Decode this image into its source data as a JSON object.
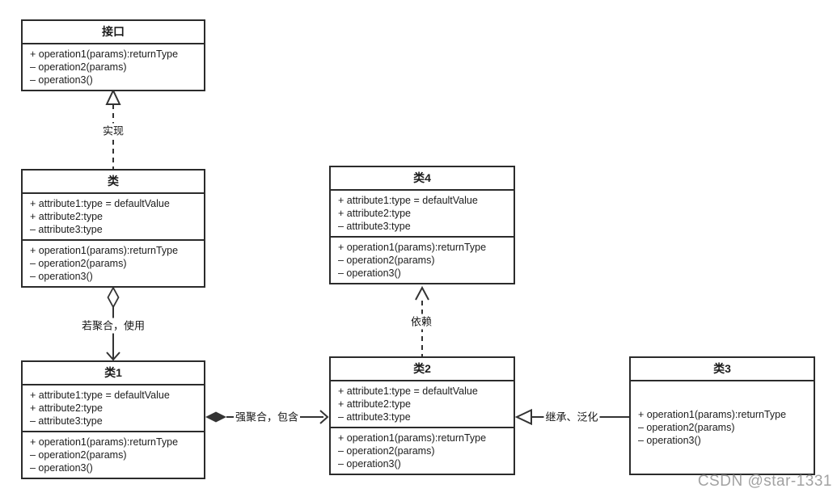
{
  "boxes": {
    "interface": {
      "title": "接口",
      "operations": [
        "+ operation1(params):returnType",
        "– operation2(params)",
        "– operation3()"
      ]
    },
    "base_class": {
      "title": "类",
      "attributes": [
        "+ attribute1:type = defaultValue",
        "+ attribute2:type",
        "– attribute3:type"
      ],
      "operations": [
        "+ operation1(params):returnType",
        "– operation2(params)",
        "– operation3()"
      ]
    },
    "class1": {
      "title": "类1",
      "attributes": [
        "+ attribute1:type = defaultValue",
        "+ attribute2:type",
        "– attribute3:type"
      ],
      "operations": [
        "+ operation1(params):returnType",
        "– operation2(params)",
        "– operation3()"
      ]
    },
    "class2": {
      "title": "类2",
      "attributes": [
        "+ attribute1:type = defaultValue",
        "+ attribute2:type",
        "– attribute3:type"
      ],
      "operations": [
        "+ operation1(params):returnType",
        "– operation2(params)",
        "– operation3()"
      ]
    },
    "class3": {
      "title": "类3",
      "operations": [
        "+ operation1(params):returnType",
        "– operation2(params)",
        "– operation3()"
      ]
    },
    "class4": {
      "title": "类4",
      "attributes": [
        "+ attribute1:type = defaultValue",
        "+ attribute2:type",
        "– attribute3:type"
      ],
      "operations": [
        "+ operation1(params):returnType",
        "– operation2(params)",
        "– operation3()"
      ]
    }
  },
  "edges": {
    "realization": {
      "label": "实现",
      "from": "类",
      "to": "接口",
      "line": "dashed",
      "head": "hollow-triangle"
    },
    "weak_aggregation": {
      "label": "若聚合，使用",
      "from": "类",
      "to": "类1",
      "line": "solid",
      "tail": "hollow-diamond",
      "head": "open-arrow"
    },
    "dependency": {
      "label": "依赖",
      "from": "类2",
      "to": "类4",
      "line": "dashed",
      "head": "open-arrow"
    },
    "strong_aggregation": {
      "label": "强聚合，包含",
      "from": "类1",
      "to": "类2",
      "line": "solid",
      "tail": "filled-diamond",
      "head": "open-arrow"
    },
    "inheritance": {
      "label": "继承、泛化",
      "from": "类3",
      "to": "类2",
      "line": "solid",
      "head": "hollow-triangle"
    }
  },
  "watermark": "CSDN @star-1331",
  "colors": {
    "background": "#ffffff",
    "border": "#2b2b2b",
    "line": "#333333",
    "text": "#1c1c1c",
    "label_background": "#ffffff",
    "watermark": "#a2a2a2"
  }
}
